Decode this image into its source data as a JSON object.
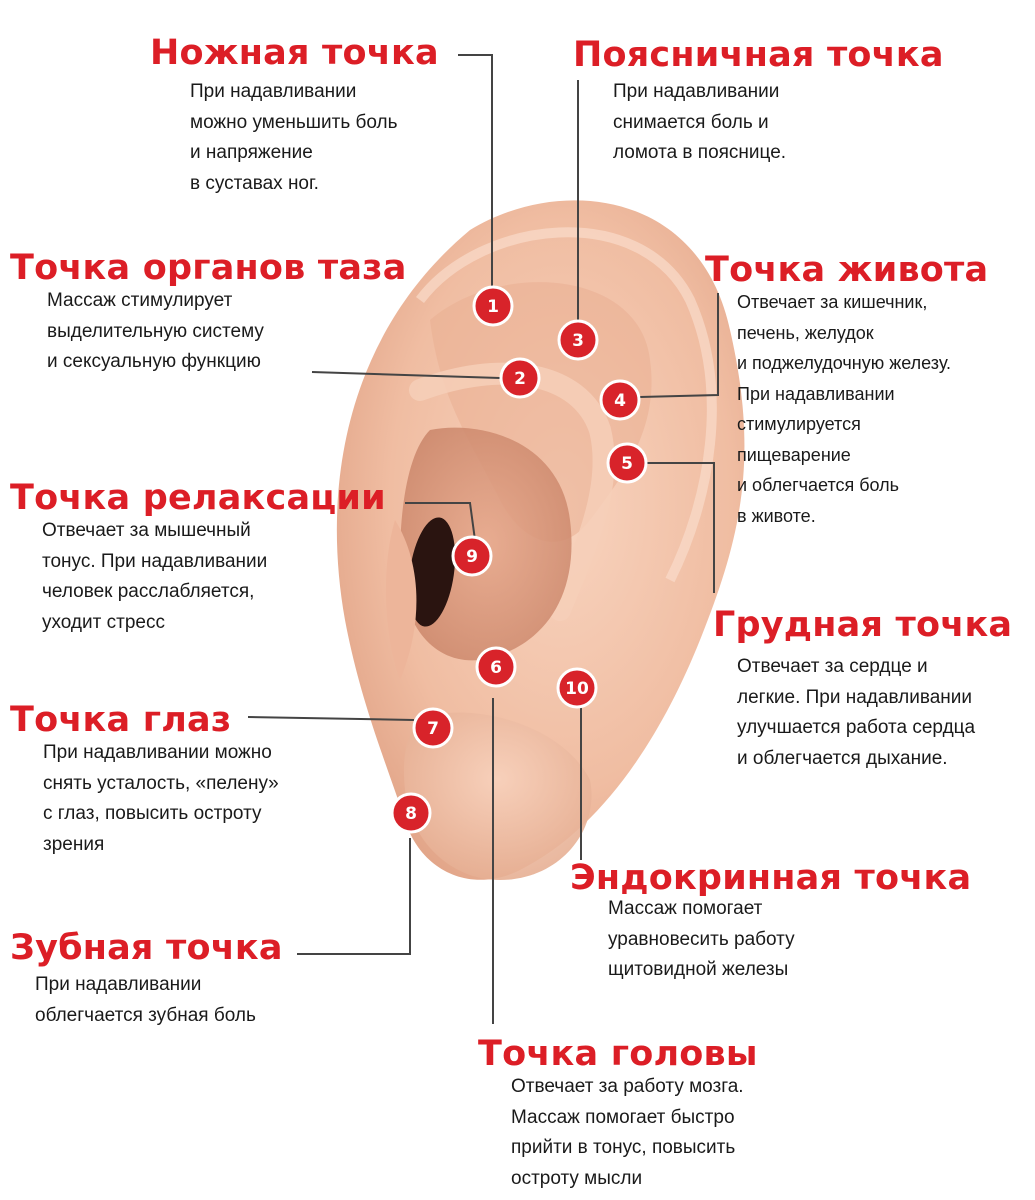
{
  "colors": {
    "title_red": "#dc1e26",
    "marker_red": "#d8232a",
    "skin": "#f2c3aa",
    "text": "#1a1a1a"
  },
  "ear_image_icon": "human-ear-illustration",
  "points": [
    {
      "id": "leg",
      "number": "1",
      "title": "Ножная точка",
      "lines": [
        "При надавливании",
        "можно уменьшить боль",
        "и напряжение",
        "в суставах ног."
      ]
    },
    {
      "id": "lumbar",
      "number": "3",
      "title": "Поясничная точка",
      "lines": [
        "При надавливании",
        "снимается боль и",
        "ломота в пояснице."
      ]
    },
    {
      "id": "pelvic",
      "number": "2",
      "title": "Точка органов таза",
      "lines": [
        "Массаж стимулирует",
        "выделительную систему",
        "и сексуальную функцию"
      ]
    },
    {
      "id": "belly",
      "number": "4",
      "title": "Точка живота",
      "lines": [
        "Отвечает за кишечник,",
        "печень, желудок",
        "и поджелудочную железу.",
        "При надавливании",
        "стимулируется",
        "пищеварение",
        "и облегчается боль",
        "в животе."
      ]
    },
    {
      "id": "relax",
      "number": "9",
      "title": "Точка релаксации",
      "lines": [
        "Отвечает за мышечный",
        "тонус. При надавливании",
        "человек расслабляется,",
        "уходит стресс"
      ]
    },
    {
      "id": "chest",
      "number": "5",
      "title": "Грудная точка",
      "lines": [
        "Отвечает за сердце и",
        "легкие. При надавливании",
        "улучшается работа сердца",
        "и облегчается дыхание."
      ]
    },
    {
      "id": "eye",
      "number": "7",
      "title": "Точка глаз",
      "lines": [
        "При надавливании можно",
        "снять усталость, «пелену»",
        "с глаз, повысить остроту",
        "зрения"
      ]
    },
    {
      "id": "endocrine",
      "number": "10",
      "title": "Эндокринная точка",
      "lines": [
        "Массаж помогает",
        "уравновесить работу",
        "щитовидной железы"
      ]
    },
    {
      "id": "tooth",
      "number": "8",
      "title": "Зубная точка",
      "lines": [
        "При надавливании",
        "облегчается зубная боль"
      ]
    },
    {
      "id": "head",
      "number": "6",
      "title": "Точка головы",
      "lines": [
        "Отвечает за работу мозга.",
        "Массаж помогает быстро",
        "прийти в тонус, повысить",
        "остроту мысли"
      ]
    }
  ]
}
